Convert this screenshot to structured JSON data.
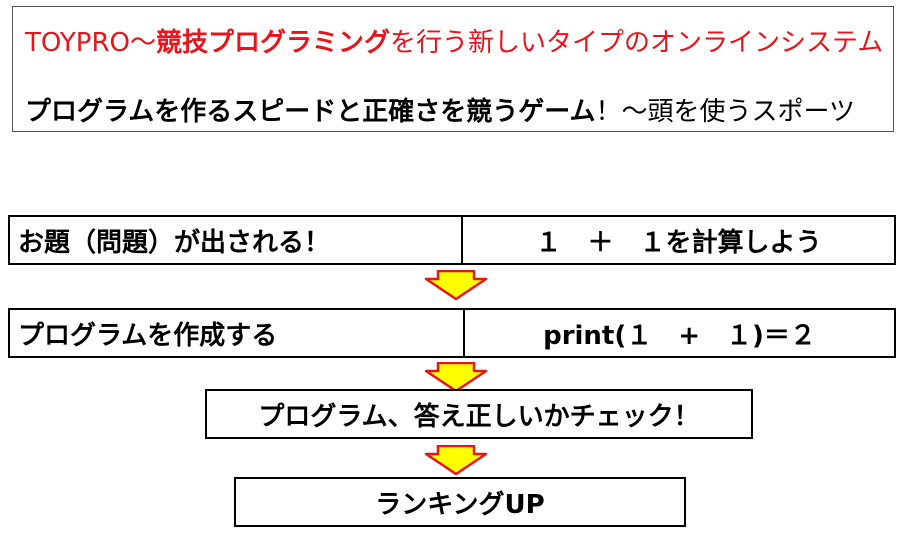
{
  "header": {
    "line1_prefix": "TOYPRO～",
    "line1_bold": "競技プログラミング",
    "line1_suffix": "を行う新しいタイプのオンラインシステム",
    "line2_bold": "プログラムを作るスピードと正確さを競うゲーム",
    "line2_suffix": "！～頭を使うスポーツ"
  },
  "steps": [
    {
      "label": "お題（問題）が出される！",
      "detail": "１　＋　１を計算しよう"
    },
    {
      "label": "プログラムを作成する",
      "detail": "print(１　+　１)＝２"
    },
    {
      "label": "プログラム、答え正しいかチェック！"
    },
    {
      "label": "ランキングUP"
    }
  ],
  "colors": {
    "header_red": "#e8141b",
    "arrow_fill": "#ffff00",
    "arrow_stroke": "#e8141b"
  }
}
